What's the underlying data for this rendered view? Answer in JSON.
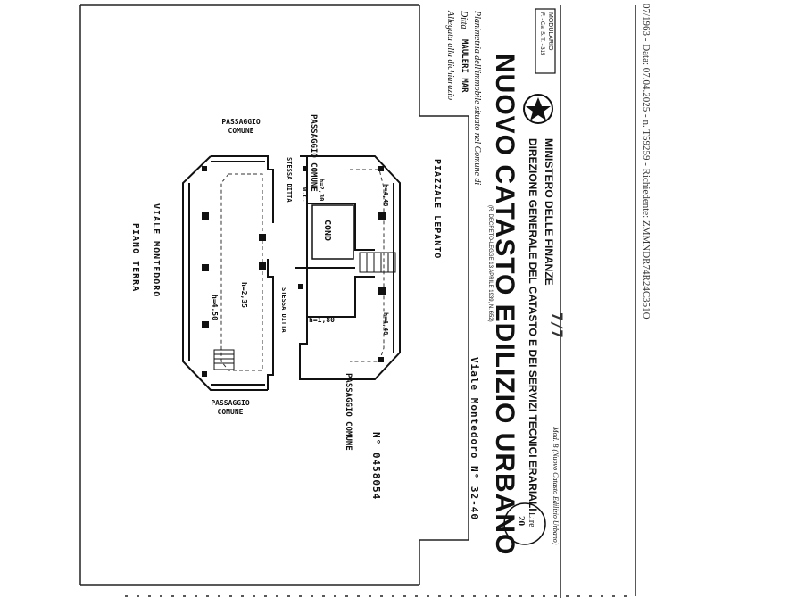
{
  "watermark": "07/1963 - Data: 07.04.2025 - n. T59259 - Richiedente: ZMMNDR74R24C351O",
  "form_code": {
    "line1": "MODULARIO",
    "line2": "F. - Ca. S. T. - 315"
  },
  "header": {
    "ministry": "MINISTERO DELLE FINANZE",
    "directorate": "DIREZIONE GENERALE DEL CATASTO E DEI SERVIZI TECNICI ERARIALI",
    "title": "NUOVO CATASTO EDILIZIO URBANO",
    "decree": "(R. DECRETO-LEGGE 13 APRILE 1939, N. 652)",
    "model": "Mod. B (Nuovo Catasto Edilizio Urbano)",
    "fee_label": "Lire",
    "fee_value": "20"
  },
  "form_fields": {
    "planimetria_label": "Planimetria dell'immobile situato nel Comune di",
    "ditta_label": "Ditta",
    "ditta_value": "MAULERI MAR",
    "allegata_label": "Allegata alla dichiarazio",
    "address_value": "Viale Montedoro N° 32-40",
    "protocol_value": "N° 0458054"
  },
  "plan_labels": {
    "passage_top_left": "PASSAGGIO COMUNE",
    "passage_top_right": "PASSAGGIO COMUNE",
    "passage_bottom_right": "PASSAGGIO COMUNE",
    "passage_bottom_left": "PASSAGGIO COMUNE",
    "piazzale": "PIAZZALE LEPANTO",
    "viale": "VIALE MONTEDORO",
    "floor": "PIANO TERRA",
    "stessa_ditta_top": "STESSA DITTA",
    "stessa_ditta_bottom": "STESSA DITTA",
    "cond": "COND",
    "wc": "W.C.",
    "height_a": "h=2,30",
    "height_b": "h=4,48",
    "height_c": "h=4,50",
    "height_d": "h=2,35",
    "height_e": "h=1,80",
    "height_f": "h=4,48"
  },
  "handwritten_number": "7/7"
}
